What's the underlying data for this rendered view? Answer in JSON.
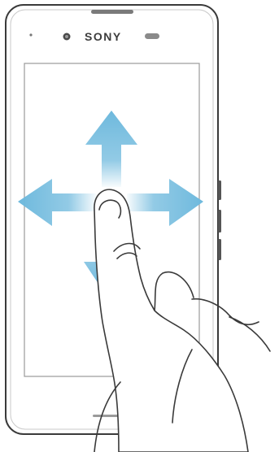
{
  "device": {
    "brand_label": "SONY"
  },
  "gesture": {
    "name": "swipe",
    "directions": [
      "up",
      "down",
      "left",
      "right"
    ]
  },
  "colors": {
    "arrow": "#6EB9DD",
    "outline": "#3A3A3A",
    "screen_border": "#9A9A9A"
  },
  "icons": {
    "front_camera": "camera-icon",
    "sensor": "sensor-icon",
    "speaker": "speaker-icon",
    "hand": "hand-icon"
  }
}
